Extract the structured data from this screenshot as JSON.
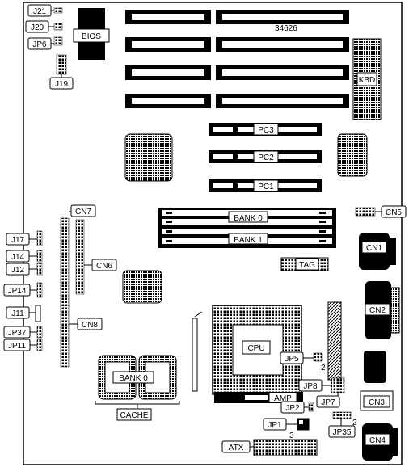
{
  "board_number": "34626",
  "labels": {
    "bios": "BIOS",
    "kbd": "KBD",
    "pc3": "PC3",
    "pc2": "PC2",
    "pc1": "PC1",
    "bank0_simm": "BANK 0",
    "bank1_simm": "BANK 1",
    "tag": "TAG",
    "cpu": "CPU",
    "amp": "AMP",
    "bank0_cache": "BANK 0",
    "cache": "CACHE",
    "atx": "ATX",
    "cn1": "CN1",
    "cn2": "CN2",
    "cn3": "CN3",
    "cn4": "CN4",
    "cn5": "CN5",
    "cn6": "CN6",
    "cn7": "CN7",
    "cn8": "CN8",
    "j11": "J11",
    "j12": "J12",
    "j14": "J14",
    "j17": "J17",
    "j19": "J19",
    "j20": "J20",
    "j21": "J21",
    "jp1": "JP1",
    "jp2": "JP2",
    "jp5": "JP5",
    "jp6": "JP6",
    "jp7": "JP7",
    "jp8": "JP8",
    "jp11": "JP11",
    "jp14": "JP14",
    "jp35": "JP35",
    "jp37": "JP37",
    "pin2_jp5": "2",
    "pin2_jp35": "2",
    "pin3_jp1": "3"
  }
}
